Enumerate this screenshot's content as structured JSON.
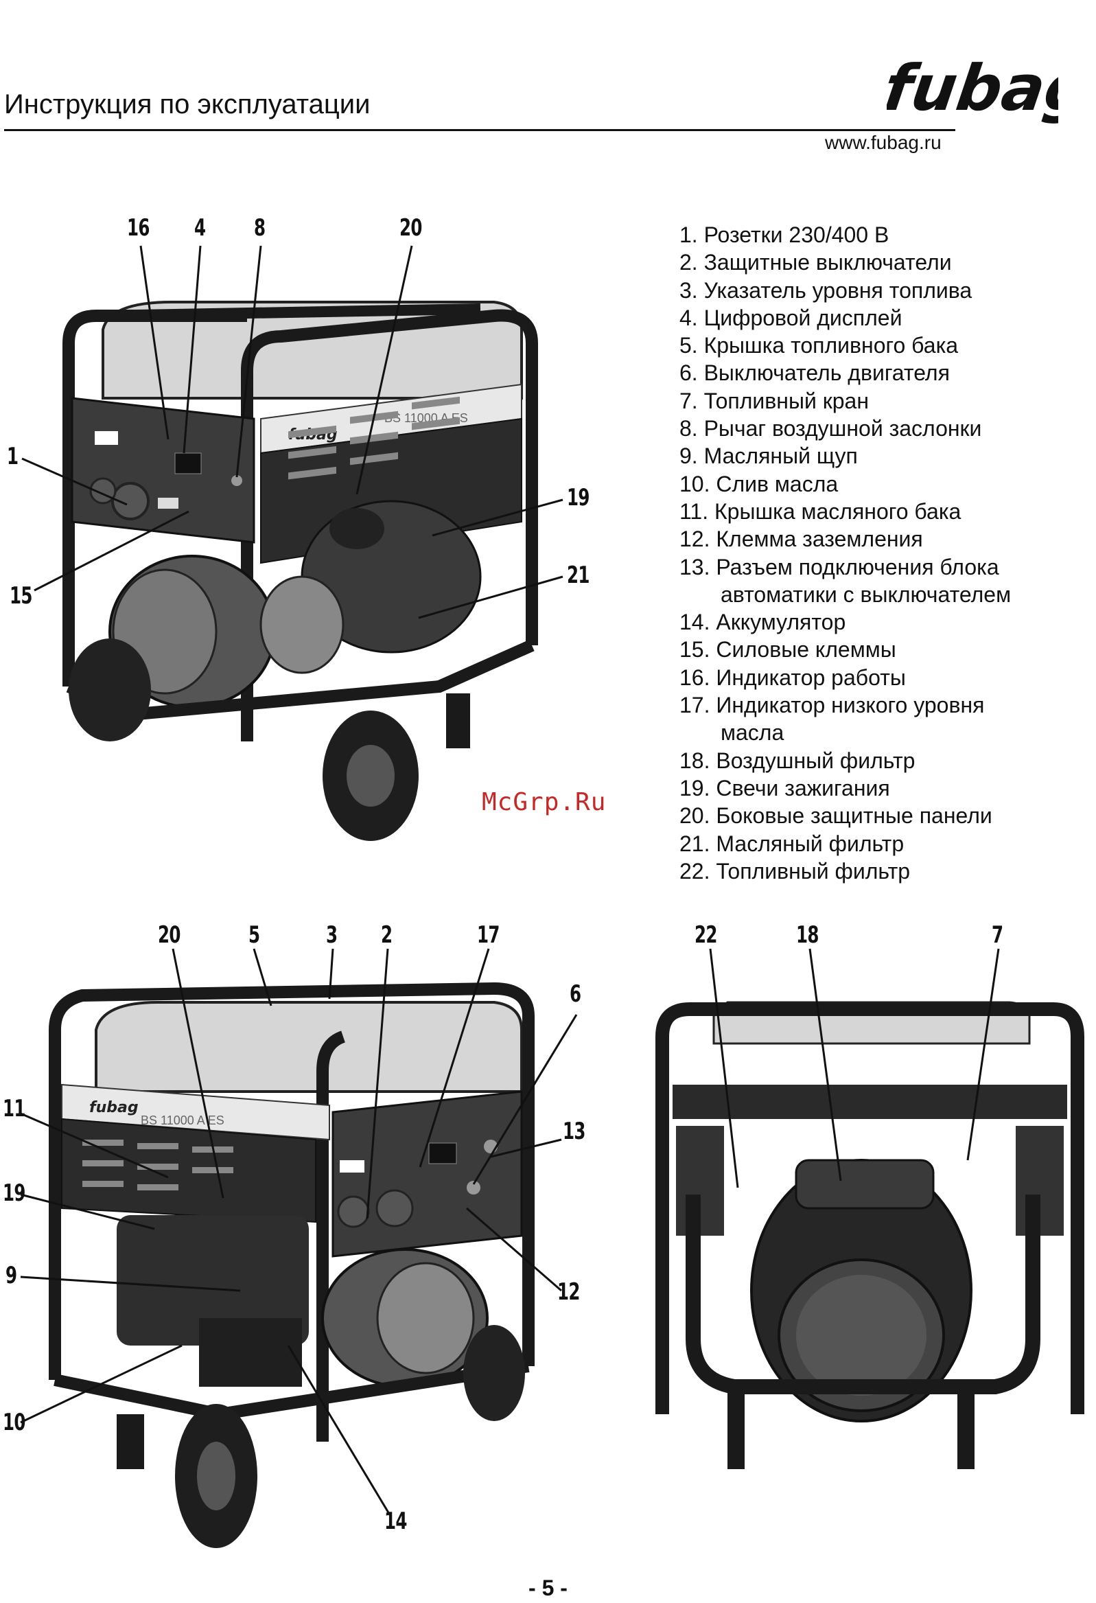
{
  "header": {
    "title": "Инструкция по эксплуатации",
    "logo": "fubag",
    "url": "www.fubag.ru"
  },
  "legend": [
    "1. Розетки 230/400 В",
    "2. Защитные выключатели",
    "3. Указатель уровня топлива",
    "4. Цифровой дисплей",
    "5. Крышка топливного бака",
    "6. Выключатель двигателя",
    "7. Топливный кран",
    "8. Рычаг воздушной заслонки",
    "9. Масляный щуп",
    "10. Слив масла",
    "11. Крышка масляного бака",
    "12. Клемма заземления",
    "13. Разъем подключения блока",
    "автоматики с выключателем",
    "14. Аккумулятор",
    "15. Силовые клеммы",
    "16. Индикатор работы",
    "17. Индикатор низкого уровня",
    "масла",
    "18. Воздушный фильтр",
    "19. Свечи зажигания",
    "20. Боковые защитные панели",
    "21. Масляный фильтр",
    "22. Топливный фильтр"
  ],
  "figure1": {
    "callouts": [
      "16",
      "4",
      "8",
      "20",
      "1",
      "19",
      "21",
      "15"
    ],
    "panel_brand": "fubag",
    "panel_model": "BS 11000 A ES"
  },
  "figure2": {
    "callouts": [
      "20",
      "5",
      "3",
      "2",
      "17",
      "6",
      "11",
      "13",
      "19",
      "9",
      "12",
      "10",
      "14"
    ],
    "panel_brand": "fubag",
    "panel_model": "BS 11000 A ES"
  },
  "figure3": {
    "callouts": [
      "22",
      "18",
      "7"
    ]
  },
  "watermark": "McGrp.Ru",
  "page_number": "- 5 -"
}
